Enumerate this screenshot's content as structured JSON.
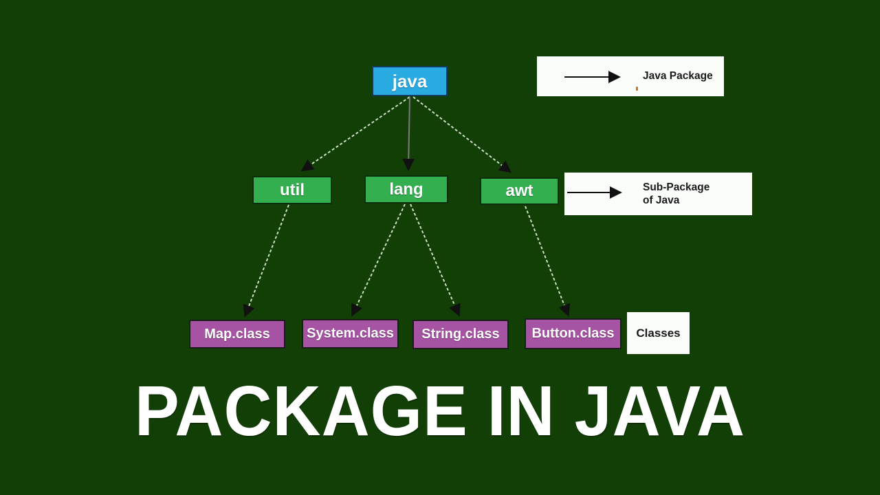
{
  "title": "PACKAGE IN JAVA",
  "colors": {
    "background": "#123f06",
    "root_box": "#29abe2",
    "package_box": "#33af50",
    "class_box": "#a653a4",
    "legend_bg": "#fbfdfb",
    "dashed_arrow": "#cee0c6",
    "solid_arrow": "#7a7a7a",
    "arrowhead": "#111111",
    "title_text": "#ffffff"
  },
  "tree": {
    "root": {
      "label": "java"
    },
    "packages": [
      {
        "label": "util"
      },
      {
        "label": "lang"
      },
      {
        "label": "awt"
      }
    ],
    "classes": [
      {
        "label": "Map.class"
      },
      {
        "label": "System.class"
      },
      {
        "label": "String.class"
      },
      {
        "label": "Button.class"
      }
    ],
    "classes_caption": "Classes"
  },
  "legend": {
    "java_package": "Java Package",
    "sub_package_line1": "Sub-Package",
    "sub_package_line2": "of Java"
  }
}
